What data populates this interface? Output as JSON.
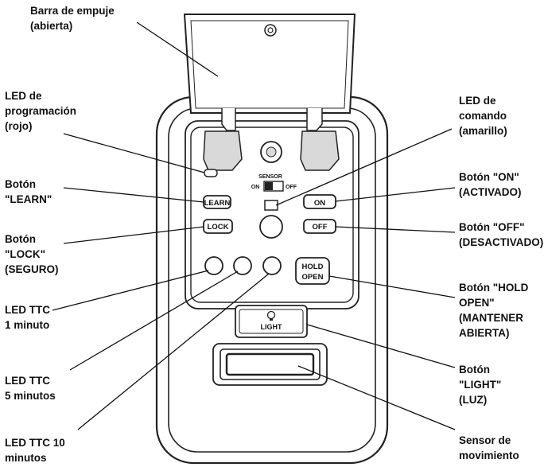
{
  "labels": {
    "push_bar": "Barra de empuje\n(abierta)",
    "prog_led": "LED de\nprogramación\n(rojo)",
    "learn_btn": "Botón\n\"LEARN\"",
    "lock_btn": "Botón\n\"LOCK\"\n(SEGURO)",
    "ttc1": "LED TTC\n1 minuto",
    "ttc5": "LED TTC\n5 minutos",
    "ttc10": "LED TTC 10\nminutos",
    "cmd_led": "LED de\ncomando\n(amarillo)",
    "on_btn": "Botón \"ON\"\n(ACTIVADO)",
    "off_btn": "Botón \"OFF\"\n(DESACTIVADO)",
    "hold_btn": "Botón \"HOLD\nOPEN\"\n(MANTENER\nABIERTA)",
    "light_btn": "Botón\n\"LIGHT\"\n(LUZ)",
    "motion": "Sensor de\nmovimiento"
  },
  "device": {
    "learn": "LEARN",
    "lock": "LOCK",
    "on": "ON",
    "off": "OFF",
    "hold1": "HOLD",
    "hold2": "OPEN",
    "light": "LIGHT",
    "sensor": "SENSOR",
    "sensor_on": "ON",
    "sensor_off": "OFF"
  },
  "colors": {
    "outline": "#222222",
    "panel_fill": "#ffffff",
    "shade": "#d9d9d9"
  }
}
